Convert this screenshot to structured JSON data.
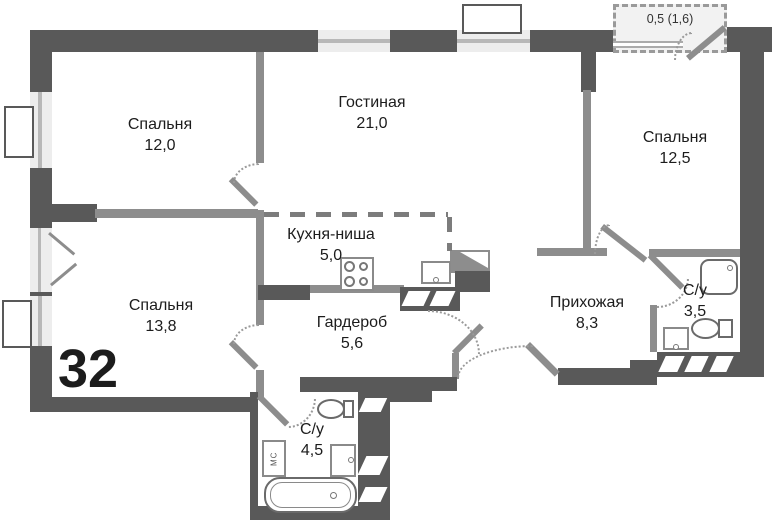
{
  "plan": {
    "apartment_number": "32",
    "balcony": {
      "area_label": "0,5 (1,6)"
    },
    "washing_machine_label": "МС",
    "rooms": [
      {
        "id": "bedroom-1",
        "name": "Спальня",
        "area": "12,0"
      },
      {
        "id": "living-room",
        "name": "Гостиная",
        "area": "21,0"
      },
      {
        "id": "bedroom-2",
        "name": "Спальня",
        "area": "12,5"
      },
      {
        "id": "kitchen-niche",
        "name": "Кухня-ниша",
        "area": "5,0"
      },
      {
        "id": "bedroom-3",
        "name": "Спальня",
        "area": "13,8"
      },
      {
        "id": "wardrobe",
        "name": "Гардероб",
        "area": "5,6"
      },
      {
        "id": "hallway",
        "name": "Прихожая",
        "area": "8,3"
      },
      {
        "id": "bathroom-1",
        "name": "С/у",
        "area": "4,5"
      },
      {
        "id": "bathroom-2",
        "name": "С/у",
        "area": "3,5"
      }
    ]
  }
}
